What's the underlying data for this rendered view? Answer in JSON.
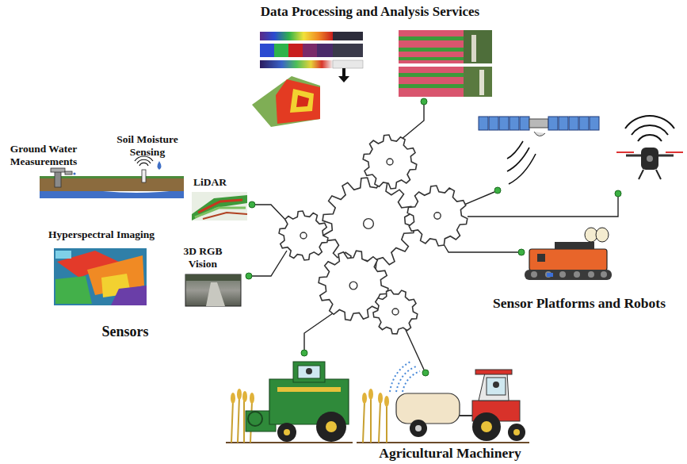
{
  "diagram": {
    "labels": [
      "Data Processing and Analysis Services",
      "Soil Moisture Sensing",
      "Ground Water Measurements",
      "LiDAR",
      "Hyperspectral Imaging",
      "3D RGB Vision",
      "Sensors",
      "Sensor Platforms and Robots",
      "Agricultural Machinery"
    ]
  }
}
